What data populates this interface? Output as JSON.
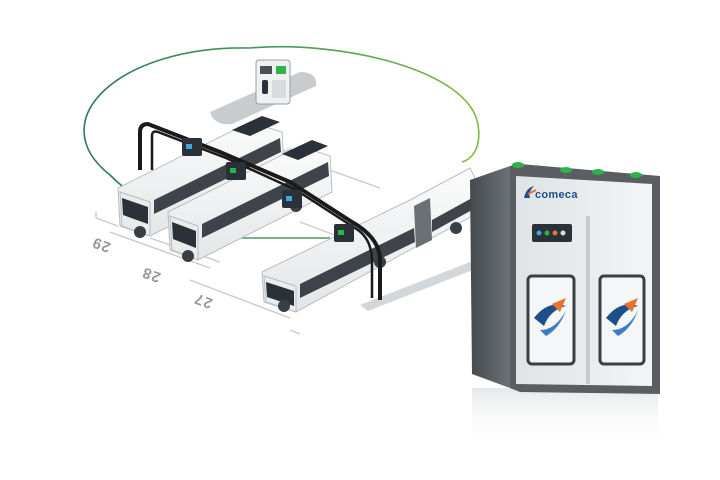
{
  "scene": {
    "bays": [
      "29",
      "28",
      "27"
    ],
    "brand": "comeca",
    "colors": {
      "cabinet_body": "#e8ebec",
      "cabinet_frame": "#5a5e62",
      "brand_blue": "#1e4f8a",
      "brand_orange": "#e8732a",
      "charge_loop_green": "#4a9a5a",
      "indicator_green": "#2db34a",
      "bus_body": "#f4f5f5",
      "bus_window": "#2b3138",
      "cable": "#1a1a1a"
    },
    "icons": [
      "electric-bus",
      "articulated-bus",
      "pantograph-charger",
      "charging-cabinet",
      "wallbox-charger",
      "comeca-logo"
    ]
  }
}
